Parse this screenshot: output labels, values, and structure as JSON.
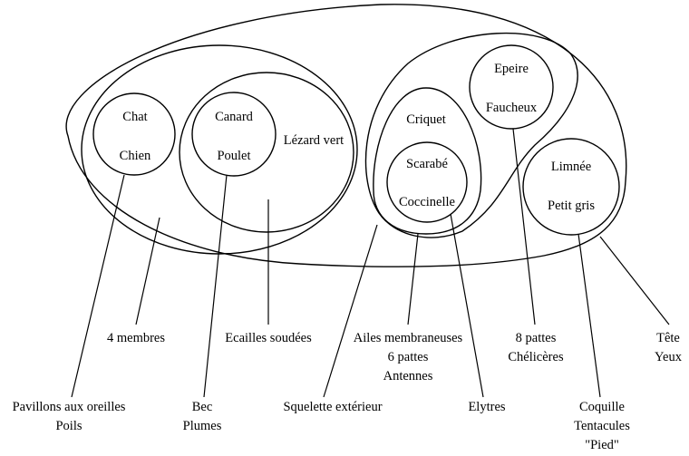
{
  "diagram": {
    "stroke_color": "#000000",
    "background": "#ffffff",
    "animals": {
      "chat": "Chat",
      "chien": "Chien",
      "canard": "Canard",
      "poulet": "Poulet",
      "lezard": "Lézard vert",
      "criquet": "Criquet",
      "scarabe": "Scarabé",
      "coccinelle": "Coccinelle",
      "epeire": "Epeire",
      "faucheux": "Faucheux",
      "limnee": "Limnée",
      "petit_gris": "Petit gris"
    },
    "attributes": {
      "membres": "4 membres",
      "ecailles": "Ecailles soudées",
      "ailes": [
        "Ailes membraneuses",
        "6 pattes",
        "Antennes"
      ],
      "pattes8": [
        "8 pattes",
        "Chélicères"
      ],
      "tete": [
        "Tête",
        "Yeux"
      ],
      "pavillons": [
        "Pavillons aux oreilles",
        "Poils"
      ],
      "bec": [
        "Bec",
        "Plumes"
      ],
      "squelette": "Squelette extérieur",
      "elytres": "Elytres",
      "coquille": [
        "Coquille",
        "Tentacules",
        "\"Pied\""
      ]
    }
  }
}
